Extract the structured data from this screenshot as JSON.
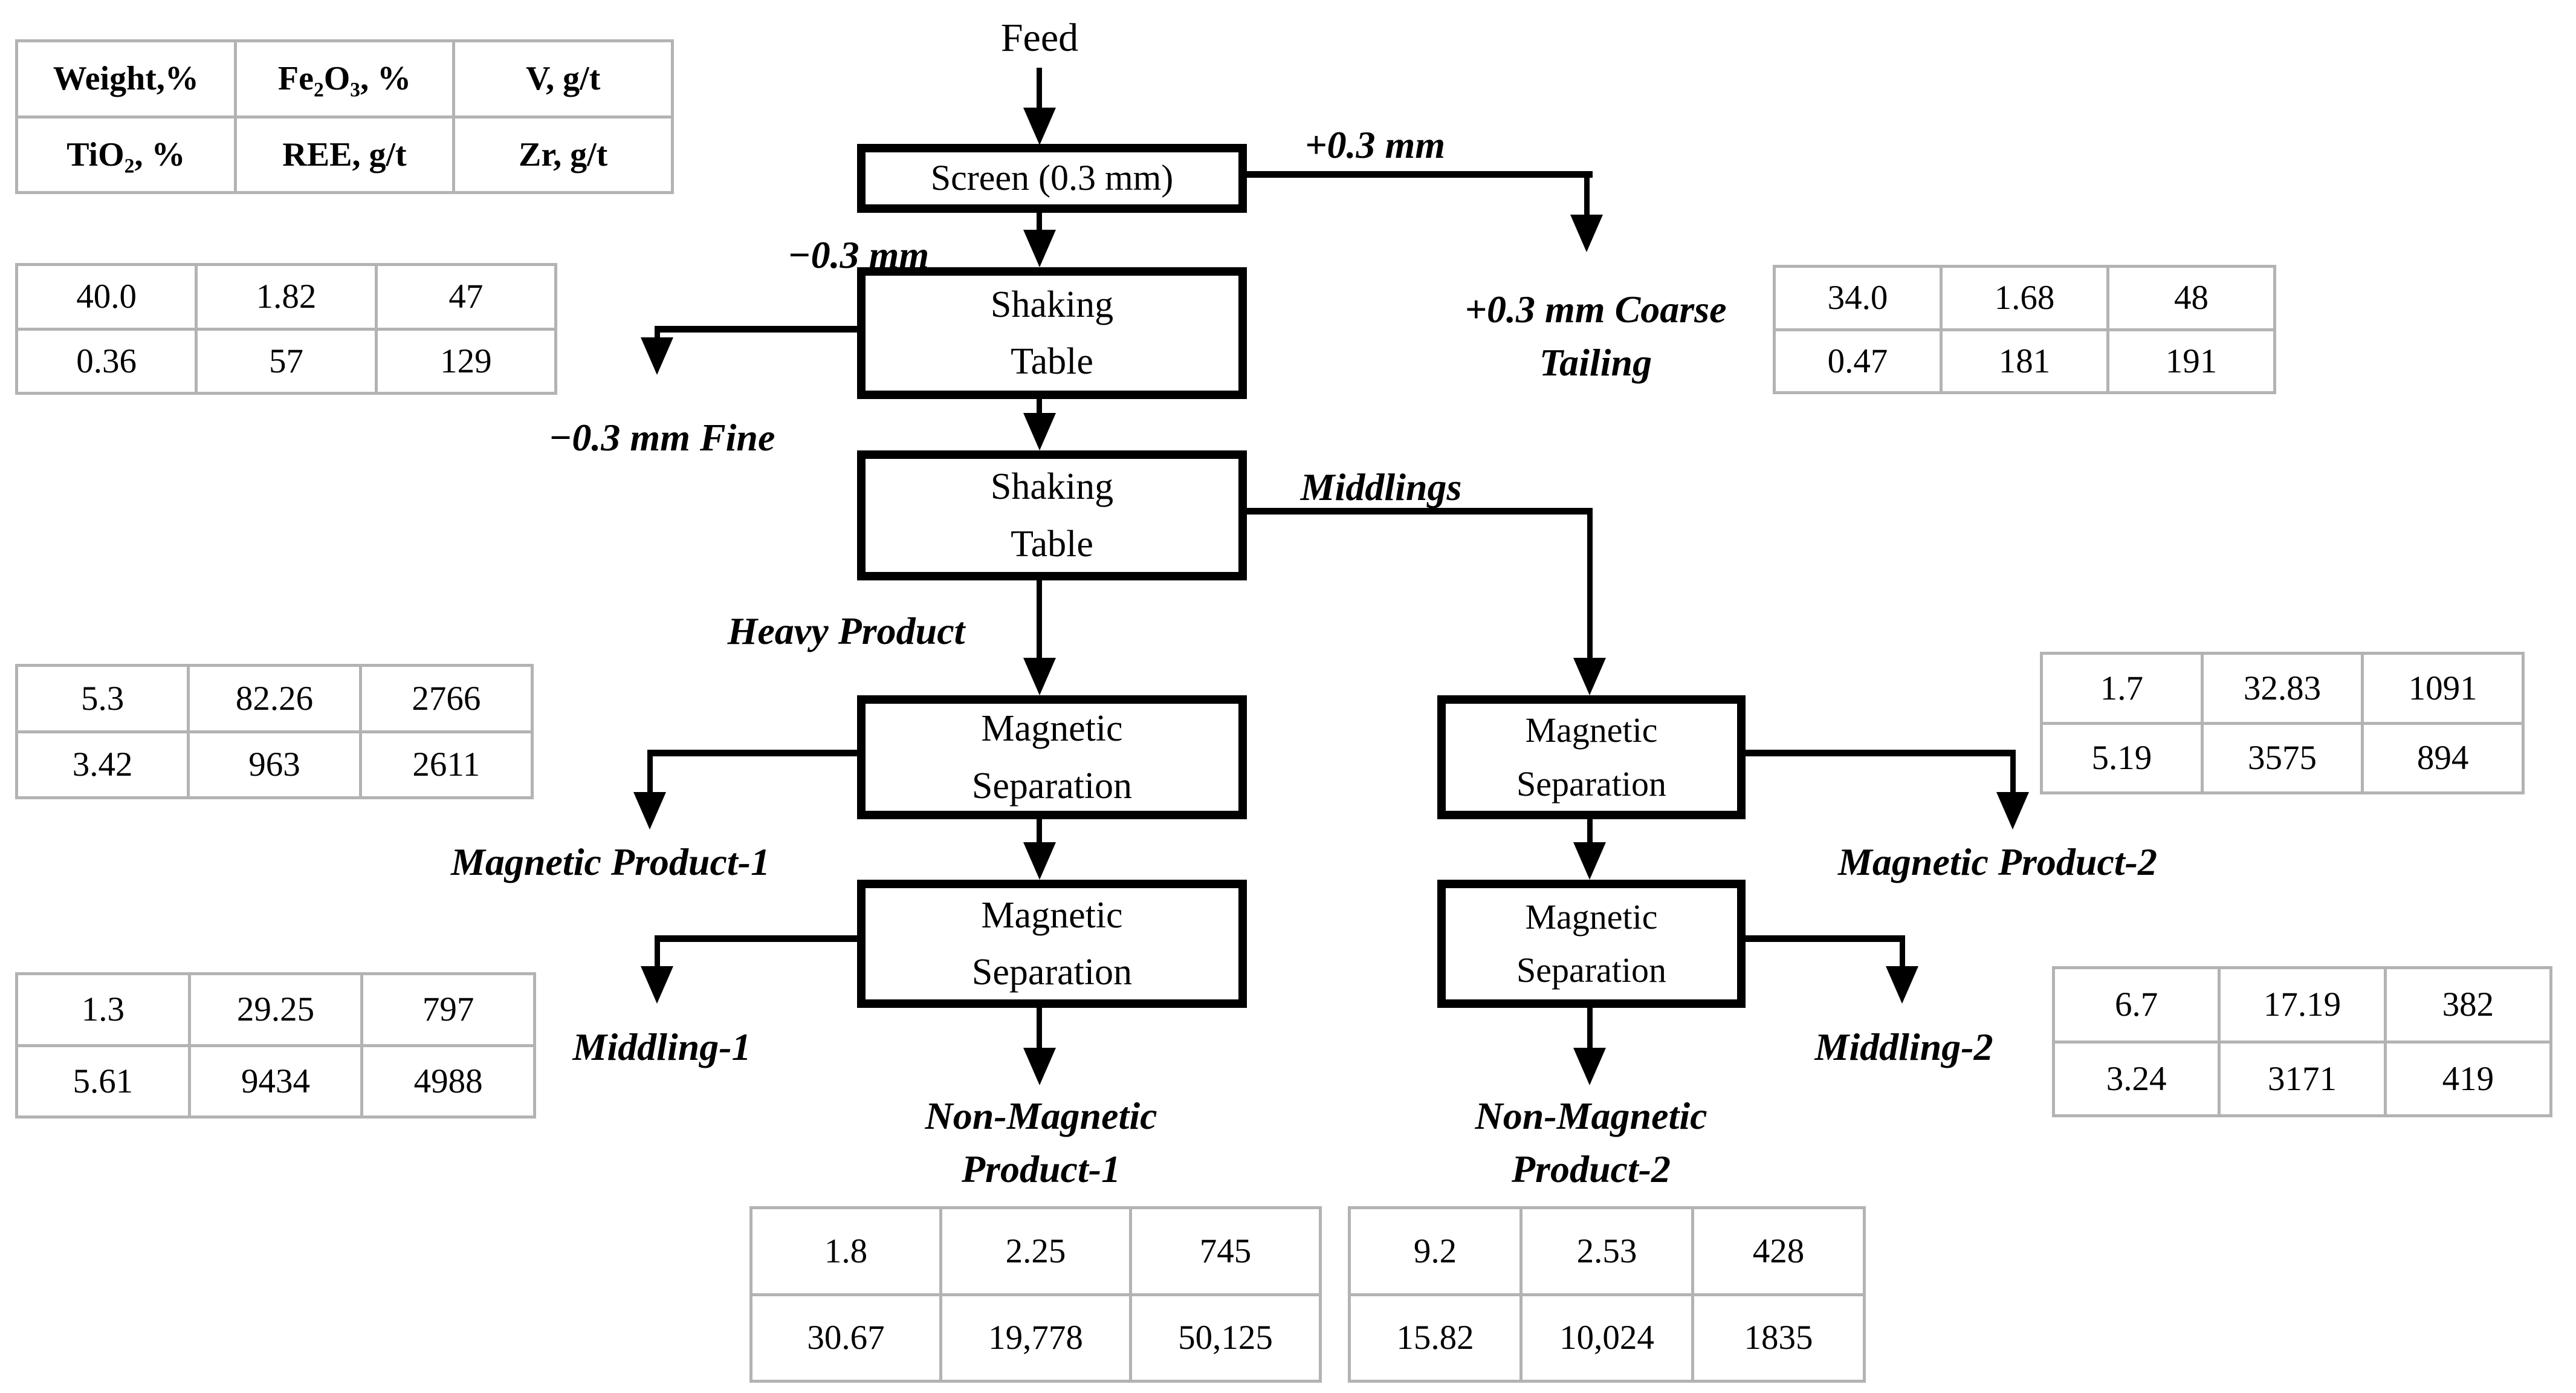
{
  "figure": {
    "feed_label": "Feed",
    "boxes": {
      "screen": [
        "Screen (0.3 mm)"
      ],
      "shaking_table_1": [
        "Shaking",
        "Table"
      ],
      "shaking_table_2": [
        "Shaking",
        "Table"
      ],
      "magnetic_separation_1_left": [
        "Magnetic",
        "Separation"
      ],
      "magnetic_separation_2_left": [
        "Magnetic",
        "Separation"
      ],
      "magnetic_separation_1_right": [
        "Magnetic",
        "Separation"
      ],
      "magnetic_separation_2_right": [
        "Magnetic",
        "Separation"
      ]
    },
    "stream_labels": {
      "plus03": "+0.3 mm",
      "minus03": "−0.3 mm",
      "minus03_fine": "−0.3 mm Fine",
      "coarse_tailing_line1": "+0.3 mm Coarse",
      "coarse_tailing_line2": "Tailing",
      "middlings": "Middlings",
      "heavy_product": "Heavy Product",
      "magnetic_product_1": "Magnetic Product-1",
      "magnetic_product_2": "Magnetic Product-2",
      "middling_1": "Middling-1",
      "middling_2": "Middling-2",
      "non_magnetic_product_1_line1": "Non-Magnetic",
      "non_magnetic_product_1_line2": "Product-1",
      "non_magnetic_product_2_line1": "Non-Magnetic",
      "non_magnetic_product_2_line2": "Product-2"
    },
    "legend": {
      "rows": [
        [
          "Weight,%",
          "Fe₂O₃, %",
          "V, g/t"
        ],
        [
          "TiO₂, %",
          "REE, g/t",
          "Zr, g/t"
        ]
      ]
    },
    "tables": {
      "fine_feed": [
        [
          "40.0",
          "1.82",
          "47"
        ],
        [
          "0.36",
          "57",
          "129"
        ]
      ],
      "coarse_tailing": [
        [
          "34.0",
          "1.68",
          "48"
        ],
        [
          "0.47",
          "181",
          "191"
        ]
      ],
      "magnetic_product_1": [
        [
          "5.3",
          "82.26",
          "2766"
        ],
        [
          "3.42",
          "963",
          "2611"
        ]
      ],
      "magnetic_product_2": [
        [
          "1.7",
          "32.83",
          "1091"
        ],
        [
          "5.19",
          "3575",
          "894"
        ]
      ],
      "middling_1": [
        [
          "1.3",
          "29.25",
          "797"
        ],
        [
          "5.61",
          "9434",
          "4988"
        ]
      ],
      "middling_2": [
        [
          "6.7",
          "17.19",
          "382"
        ],
        [
          "3.24",
          "3171",
          "419"
        ]
      ],
      "non_magnetic_product_1": [
        [
          "1.8",
          "2.25",
          "745"
        ],
        [
          "30.67",
          "19,778",
          "50,125"
        ]
      ],
      "non_magnetic_product_2": [
        [
          "9.2",
          "2.53",
          "428"
        ],
        [
          "15.82",
          "10,024",
          "1835"
        ]
      ]
    },
    "colors": {
      "line": "#000000",
      "table_border": "#b3b3b3",
      "background": "#ffffff"
    }
  }
}
